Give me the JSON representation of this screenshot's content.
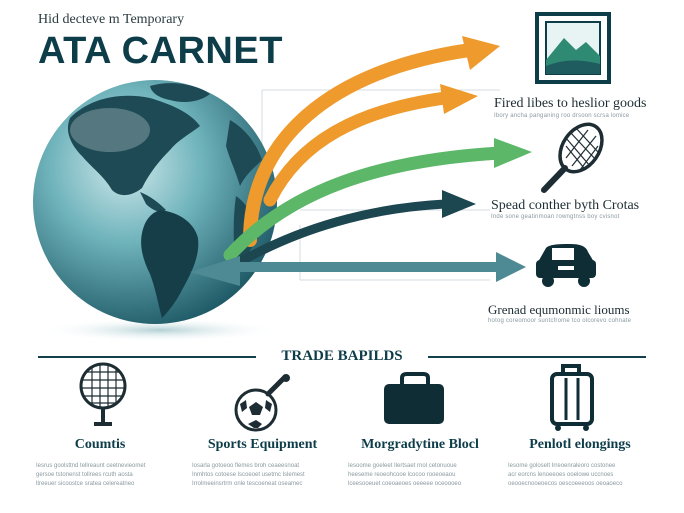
{
  "header": {
    "kicker": "Hid decteve m Temporary",
    "title": "ATA CARNET"
  },
  "flows": [
    {
      "label": "Fired libes to heslior goods",
      "sub": "Ibory ancha panganing roo drsoon scrsa lomice",
      "color": "#ee9a2c",
      "icon": "framed-landscape-icon"
    },
    {
      "label": "Spead conther byth Crotas",
      "sub": "Inde sone geatinmoan rowngtnss boy cvisnot",
      "color": "#5cb868",
      "icon": "tennis-racket-icon"
    },
    {
      "label": "Grenad equmonmic lioums",
      "sub": "hotog coreomoor suntcfrome tco olcorevo cohnate",
      "color": "#1c4650",
      "icon": "car-icon"
    }
  ],
  "section": {
    "title": "TRADE BAPILDS"
  },
  "categories": [
    {
      "label": "Coumtis",
      "icon": "net-icon",
      "desc": [
        "Iesrus goolsttnd tellreaunt ceetnevieomet",
        "gersoe tstonenst tollrees rcuth aosta",
        "ltreeuer sicoostce sratea celereatneo"
      ]
    },
    {
      "label": "Sports Equipment",
      "icon": "soccer-ball-icon",
      "desc": [
        "Iosarla gotoeoo flemes broh ceaeesnoat",
        "Inmhtos cotoese lscoeoet usetmc lslemest",
        "Irrolmeeinsrtrm onle tescoeneat oseamec"
      ]
    },
    {
      "label": "Morgradytine Blocl",
      "icon": "briefcase-icon",
      "desc": [
        "Iesoome goeleet Ilertsaet rnol cetonuoue",
        "heeseme reoeohcooe lcocoo rooeoeaou",
        "lceesooeuet coeoaeoes oeeeee oceoooeo"
      ]
    },
    {
      "label": "Penlotl elongings",
      "icon": "luggage-icon",
      "desc": [
        "Iesome goloselt Irreoenraleoro costonee",
        "acr eorcns lenoeeoes ooelowe uccnoes",
        "oeooecnooeoecos oescoeeeoos oeoaoeco"
      ]
    }
  ],
  "colors": {
    "brand": "#0e3d4a",
    "orange": "#ee9a2c",
    "green": "#5cb868",
    "dark": "#1c4650",
    "slate": "#4e8a93"
  }
}
